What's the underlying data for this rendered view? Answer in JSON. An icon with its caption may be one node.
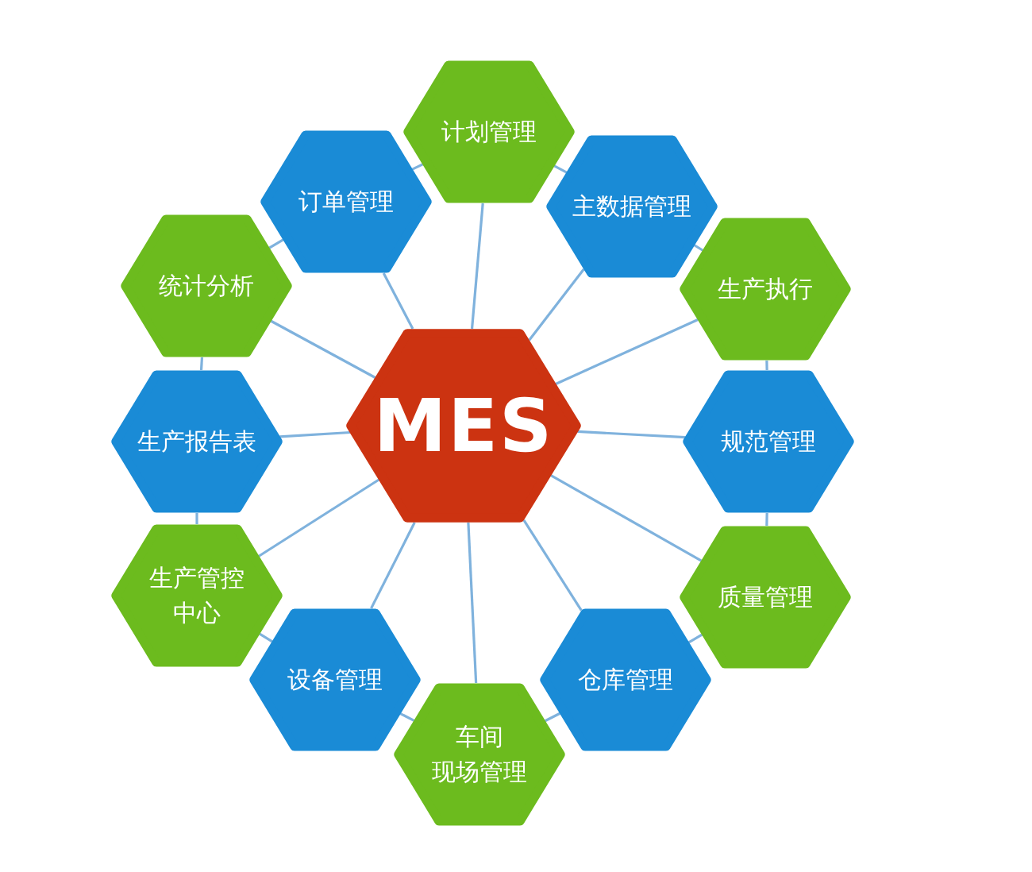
{
  "diagram": {
    "nodes": [
      {
        "text": [
          "MES"
        ]
      },
      {
        "text": [
          "计划管理"
        ]
      },
      {
        "text": [
          "主数据管理"
        ]
      },
      {
        "text": [
          "生产执行"
        ]
      },
      {
        "text": [
          "规范管理"
        ]
      },
      {
        "text": [
          "质量管理"
        ]
      },
      {
        "text": [
          "仓库管理"
        ]
      },
      {
        "text": [
          "车间现场管理"
        ]
      },
      {
        "text": [
          "设备管理"
        ]
      },
      {
        "text": [
          "生产管控中心"
        ]
      },
      {
        "text": [
          "生产报告表"
        ]
      },
      {
        "text": [
          "统计分析"
        ]
      },
      {
        "text": [
          "订单管理"
        ]
      }
    ],
    "edges": [
      {
        "from": 0,
        "to": 1,
        "arrow": "none"
      },
      {
        "from": 0,
        "to": 2,
        "arrow": "none"
      },
      {
        "from": 0,
        "to": 3,
        "arrow": "none"
      },
      {
        "from": 0,
        "to": 4,
        "arrow": "none"
      },
      {
        "from": 0,
        "to": 5,
        "arrow": "none"
      },
      {
        "from": 0,
        "to": 6,
        "arrow": "none"
      },
      {
        "from": 0,
        "to": 7,
        "arrow": "none"
      },
      {
        "from": 0,
        "to": 8,
        "arrow": "none"
      },
      {
        "from": 0,
        "to": 9,
        "arrow": "none"
      },
      {
        "from": 0,
        "to": 10,
        "arrow": "none"
      },
      {
        "from": 0,
        "to": 11,
        "arrow": "none"
      },
      {
        "from": 0,
        "to": 12,
        "arrow": "none"
      },
      {
        "from": 1,
        "to": 2,
        "arrow": "none"
      },
      {
        "from": 2,
        "to": 3,
        "arrow": "none"
      },
      {
        "from": 3,
        "to": 4,
        "arrow": "none"
      },
      {
        "from": 4,
        "to": 5,
        "arrow": "none"
      },
      {
        "from": 5,
        "to": 6,
        "arrow": "none"
      },
      {
        "from": 6,
        "to": 7,
        "arrow": "none"
      },
      {
        "from": 7,
        "to": 8,
        "arrow": "none"
      },
      {
        "from": 8,
        "to": 9,
        "arrow": "none"
      },
      {
        "from": 9,
        "to": 10,
        "arrow": "none"
      },
      {
        "from": 10,
        "to": 11,
        "arrow": "none"
      },
      {
        "from": 11,
        "to": 12,
        "arrow": "none"
      },
      {
        "from": 12,
        "to": 1,
        "arrow": "none"
      }
    ]
  }
}
